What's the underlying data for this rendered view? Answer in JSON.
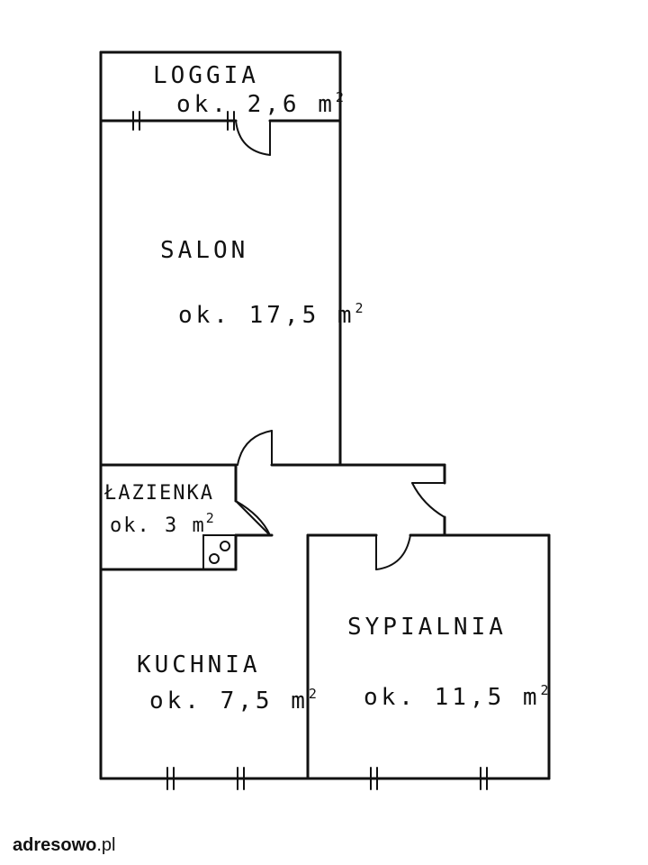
{
  "rooms": {
    "loggia": {
      "name": "LOGGIA",
      "area": "ok. 2,6 m",
      "area_unit_exp": "2"
    },
    "salon": {
      "name": "SALON",
      "area": "ok. 17,5 m",
      "area_unit_exp": "2"
    },
    "lazienka": {
      "name": "ŁAZIENKA",
      "area": "ok. 3 m",
      "area_unit_exp": "2"
    },
    "kuchnia": {
      "name": "KUCHNIA",
      "area": "ok. 7,5 m",
      "area_unit_exp": "2"
    },
    "sypialnia": {
      "name": "SYPIALNIA",
      "area": "ok. 11,5 m",
      "area_unit_exp": "2"
    }
  },
  "watermark": {
    "brand": "adresowo",
    "tld": ".pl"
  },
  "colors": {
    "ink": "#111111",
    "background": "#ffffff"
  }
}
